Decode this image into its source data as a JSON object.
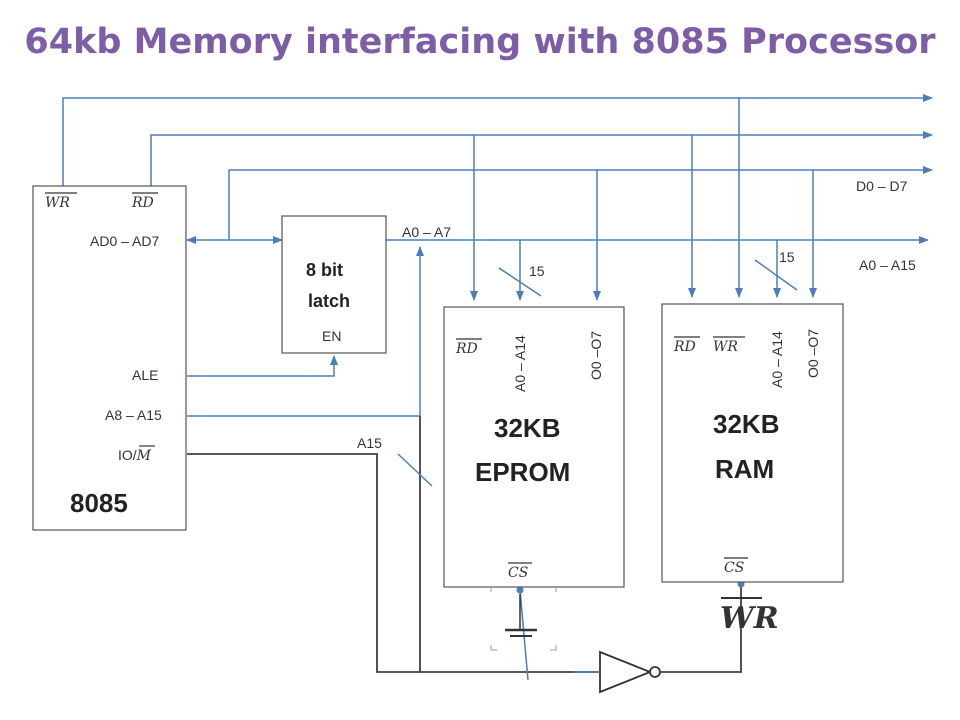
{
  "title": "64kb Memory interfacing with 8085 Processor",
  "processor": {
    "name": "8085",
    "pins": {
      "wr": "WR",
      "rd": "RD",
      "ad": "AD0 – AD7",
      "ale": "ALE",
      "a_high": "A8 – A15",
      "io_m_prefix": "IO/",
      "io_m_bar": "M"
    }
  },
  "latch": {
    "line1": "8 bit",
    "line2": "latch",
    "en": "EN"
  },
  "eprom": {
    "line1": "32KB",
    "line2": "EPROM",
    "rd": "RD",
    "addr": "A0 – A14",
    "data": "O0 –O7",
    "cs": "CS",
    "bus_width": "15"
  },
  "ram": {
    "line1": "32KB",
    "line2": "RAM",
    "rd": "RD",
    "wr": "WR",
    "addr": "A0 – A14",
    "data": "O0 –O7",
    "cs": "CS",
    "bus_width": "15"
  },
  "bus_labels": {
    "data_bus": "D0 – D7",
    "addr_bus": "A0 – A15",
    "latched_addr": "A0 – A7",
    "a15": "A15"
  },
  "annotation": {
    "wr_big": "WR"
  },
  "colors": {
    "title": "#7e5da7",
    "wire": "#4a7ebb",
    "box_border": "#555555"
  }
}
